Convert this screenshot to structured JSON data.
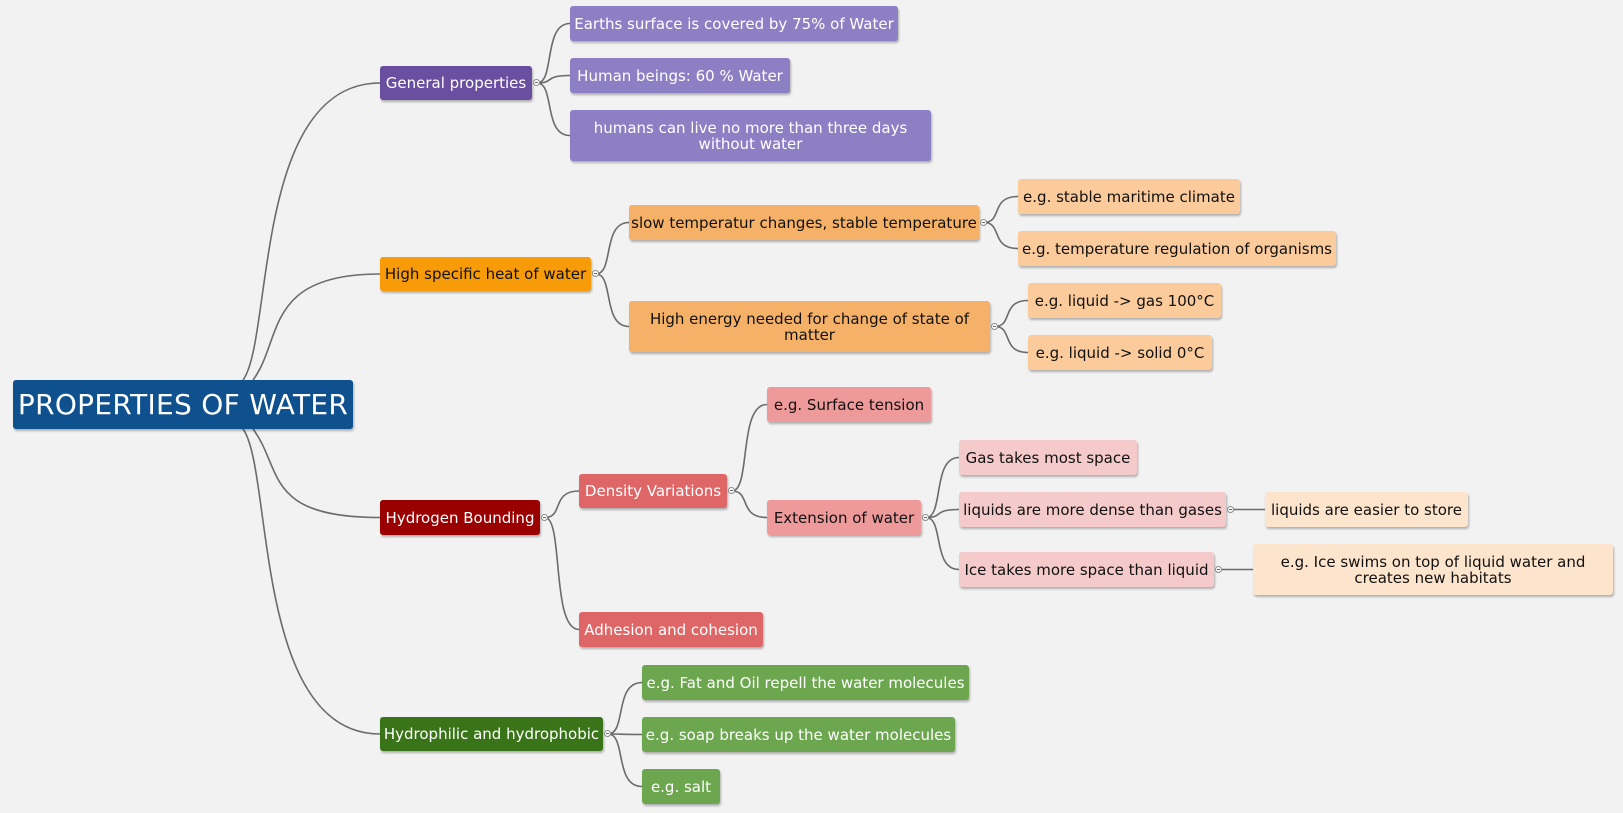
{
  "colors": {
    "root": "#0f508f",
    "line": "#6b6b6b",
    "general": "#6a4fa0",
    "general_child": "#8d7fc3",
    "heat": "#f79b08",
    "heat_child": "#f5b167",
    "heat_grandchild": "#fbcb9b",
    "hydrogen": "#9b0000",
    "hydrogen_child": "#df6666",
    "hydrogen_grandchild": "#ee9a9a",
    "hydrogen_leaf": "#f5caca",
    "hydrogen_leaf2": "#fde4cc",
    "hydro": "#3a7418",
    "hydro_child": "#6ca74f"
  },
  "map": {
    "root": "PROPERTIES OF WATER",
    "general": {
      "label": "General properties",
      "children": [
        "Earths surface is covered by 75% of Water",
        "Human beings: 60 % Water",
        "humans can live no more than three days without water"
      ]
    },
    "heat": {
      "label": "High specific heat of water",
      "slow": {
        "label": "slow temperatur changes, stable temperature",
        "children": [
          "e.g. stable maritime climate",
          "e.g. temperature regulation of organisms"
        ]
      },
      "energy": {
        "label": "High energy needed for change of state of matter",
        "children": [
          "e.g. liquid -> gas 100°C",
          "e.g. liquid -> solid 0°C"
        ]
      }
    },
    "hydrogen": {
      "label": "Hydrogen Bounding",
      "density": {
        "label": "Density Variations",
        "surface": "e.g. Surface tension",
        "extension": {
          "label": "Extension of water",
          "gas": "Gas takes most space",
          "liquids": {
            "label": "liquids are more dense than gases",
            "child": "liquids are easier to store"
          },
          "ice": {
            "label": "Ice takes more space than liquid",
            "child": "e.g. Ice swims on top of liquid water and creates new habitats"
          }
        }
      },
      "adhesion": "Adhesion and cohesion"
    },
    "hydro": {
      "label": "Hydrophilic and hydrophobic",
      "children": [
        "e.g. Fat and Oil repell the water molecules",
        "e.g. soap breaks up the water molecules",
        "e.g. salt"
      ]
    }
  }
}
